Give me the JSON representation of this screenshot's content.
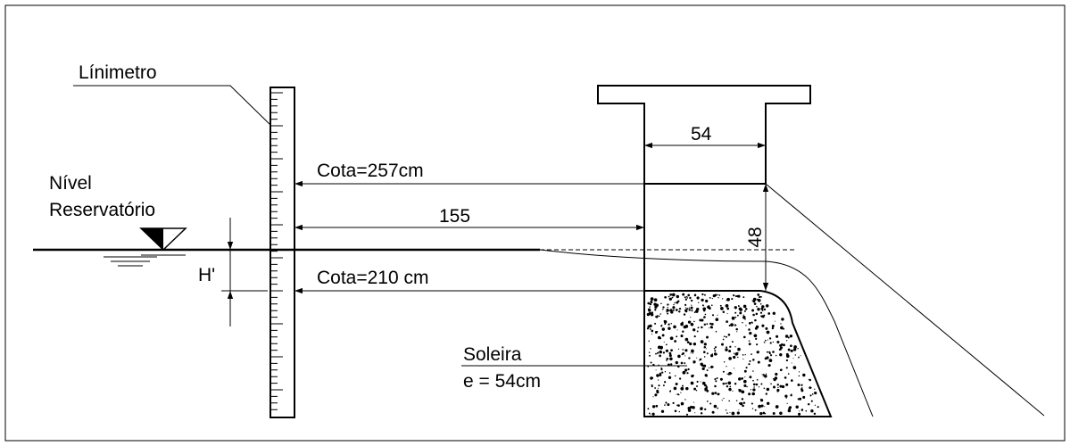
{
  "labels": {
    "limnimeter": "Línimetro",
    "reservoir_line1": "Nível",
    "reservoir_line2": "Reservatório",
    "upper_cota": "Cota=257cm",
    "lower_cota": "Cota=210 cm",
    "dim_155": "155",
    "dim_54": "54",
    "dim_48": "48",
    "head": "H'",
    "sill_name": "Soleira",
    "sill_thickness": "e = 54cm"
  },
  "colors": {
    "line": "#000000",
    "background": "#ffffff"
  }
}
